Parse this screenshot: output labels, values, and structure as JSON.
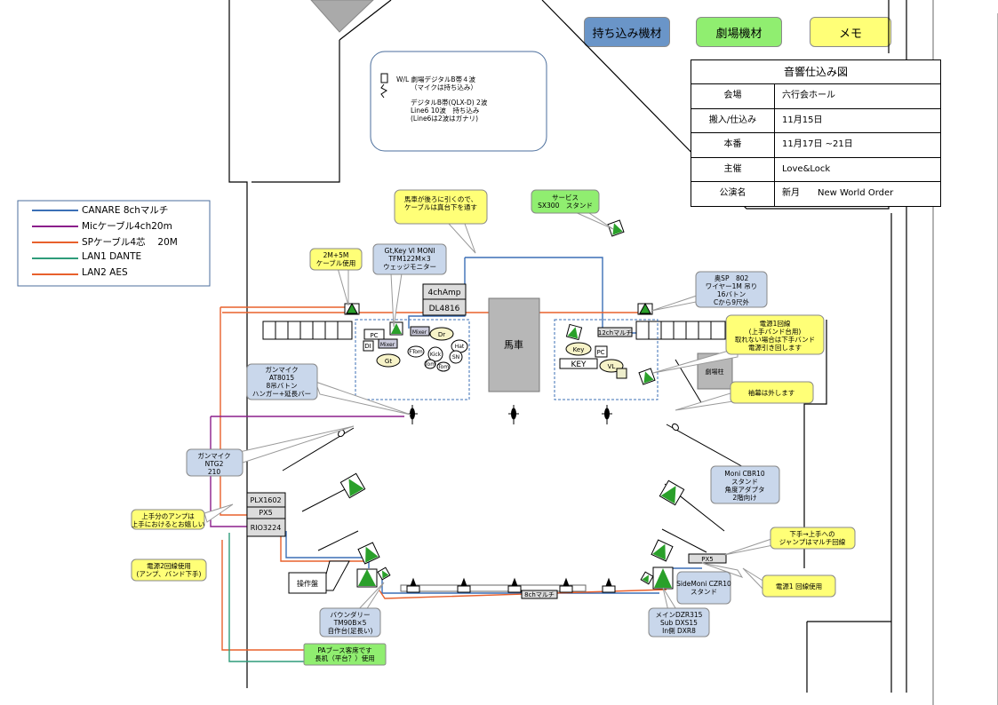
{
  "legend_keys": {
    "brought": {
      "label": "持ち込み機材",
      "color": "#6a95c8"
    },
    "theater": {
      "label": "劇場機材",
      "color": "#90ee70"
    },
    "memo": {
      "label": "メモ",
      "color": "#ffff77"
    }
  },
  "info": {
    "title": "音響仕込み図",
    "rows": [
      {
        "key": "会場",
        "value": "六行会ホール"
      },
      {
        "key": "搬入/仕込み",
        "value": "11月15日"
      },
      {
        "key": "本番",
        "value": "11月17日 ~21日"
      },
      {
        "key": "主催",
        "value": "Love&Lock"
      },
      {
        "key": "公演名",
        "value": "新月　　New World Order"
      }
    ]
  },
  "cable_legend": [
    {
      "label": "CANARE 8chマルチ",
      "color": "#3b6fb6"
    },
    {
      "label": "Micケーブル4ch20m",
      "color": "#8b1e8b"
    },
    {
      "label": "SPケーブル4芯　 20M",
      "color": "#e8602c"
    },
    {
      "label": "LAN1 DANTE",
      "color": "#2f9c7a"
    },
    {
      "label": "LAN2 AES",
      "color": "#e8602c"
    }
  ],
  "wireless_note": [
    "W/L 劇場デジタルB帯４波",
    "（マイクは持ち込み）",
    "デジタルB帯(QLX-D) 2波",
    "Line6 10波　持ち込み",
    "(Line6は2波はガナリ)"
  ],
  "callouts": {
    "cable_under": [
      "馬車が後ろに引くので、",
      "ケーブルは真台下を通す"
    ],
    "service_sp": [
      "サービス",
      "SX300　スタンド"
    ],
    "two_plus_five": [
      "2M+5M",
      "ケーブル使用"
    ],
    "gt_key_moni": [
      "Gt,Key Vl MONI",
      "TFM122M×3",
      "ウェッジモニター"
    ],
    "oku_sp": [
      "奥SP　802",
      "ワイヤー1M 吊り",
      "16バトン",
      "Cから9尺外"
    ],
    "power1": [
      "電源1回線",
      "(上手バンド台用)",
      "取れない場合は下手バンド",
      "電源引き回します"
    ],
    "curtain": [
      "袖幕は外します"
    ],
    "gun_mic_at": [
      "ガンマイク",
      "AT8015",
      "8吊バトン",
      "ハンガー+延長バー"
    ],
    "gun_mic_ntg": [
      "ガンマイク",
      "NTG2",
      "210"
    ],
    "amp_note": [
      "上手分のアンプは",
      "上手におけるとお嬉しい"
    ],
    "power2": [
      "電源2回線使用",
      "(アンプ、バンド下手)"
    ],
    "moni_cbr": [
      "Moni CBR10",
      "スタンド",
      "角度アダプタ",
      "2階向け"
    ],
    "jumper": [
      "下手→上手への",
      "ジャンプはマルチ回線"
    ],
    "side_moni": [
      "SideMoni CZR10",
      "スタンド"
    ],
    "power_one": [
      "電源1 回線使用"
    ],
    "boundary": [
      "バウンダリー",
      "TM90B×5",
      "自作台(足長い)"
    ],
    "main_sp": [
      "メインDZR315",
      "Sub DXS15",
      "In側 DXR8"
    ],
    "pa_booth": [
      "PAブース客席です",
      "長机（平台？）使用"
    ]
  },
  "labels": {
    "amp4ch": "4chAmp",
    "dl4816": "DL4816",
    "basha": "馬車",
    "gekijo_pillar": "劇場柱",
    "multi12": "12chマルチ",
    "multi8": "8chマルチ",
    "plx1602": "PLX1602",
    "px5_left": "PX5",
    "rio3224": "RIO3224",
    "px5_right": "PX5",
    "sousa": "操作盤",
    "pc_left": "PC",
    "di": "DI",
    "mixer1": "Mixer",
    "mixer2": "Mixer",
    "dr": "Dr",
    "gt": "Gt",
    "ftom": "FTom",
    "kick": "Kick",
    "hat": "Hat",
    "sn": "SN",
    "tom1": "Tom",
    "tom2": "Tom",
    "key_oval": "Key",
    "pc_right": "PC",
    "key_box": "KEY",
    "vl": "VL"
  }
}
